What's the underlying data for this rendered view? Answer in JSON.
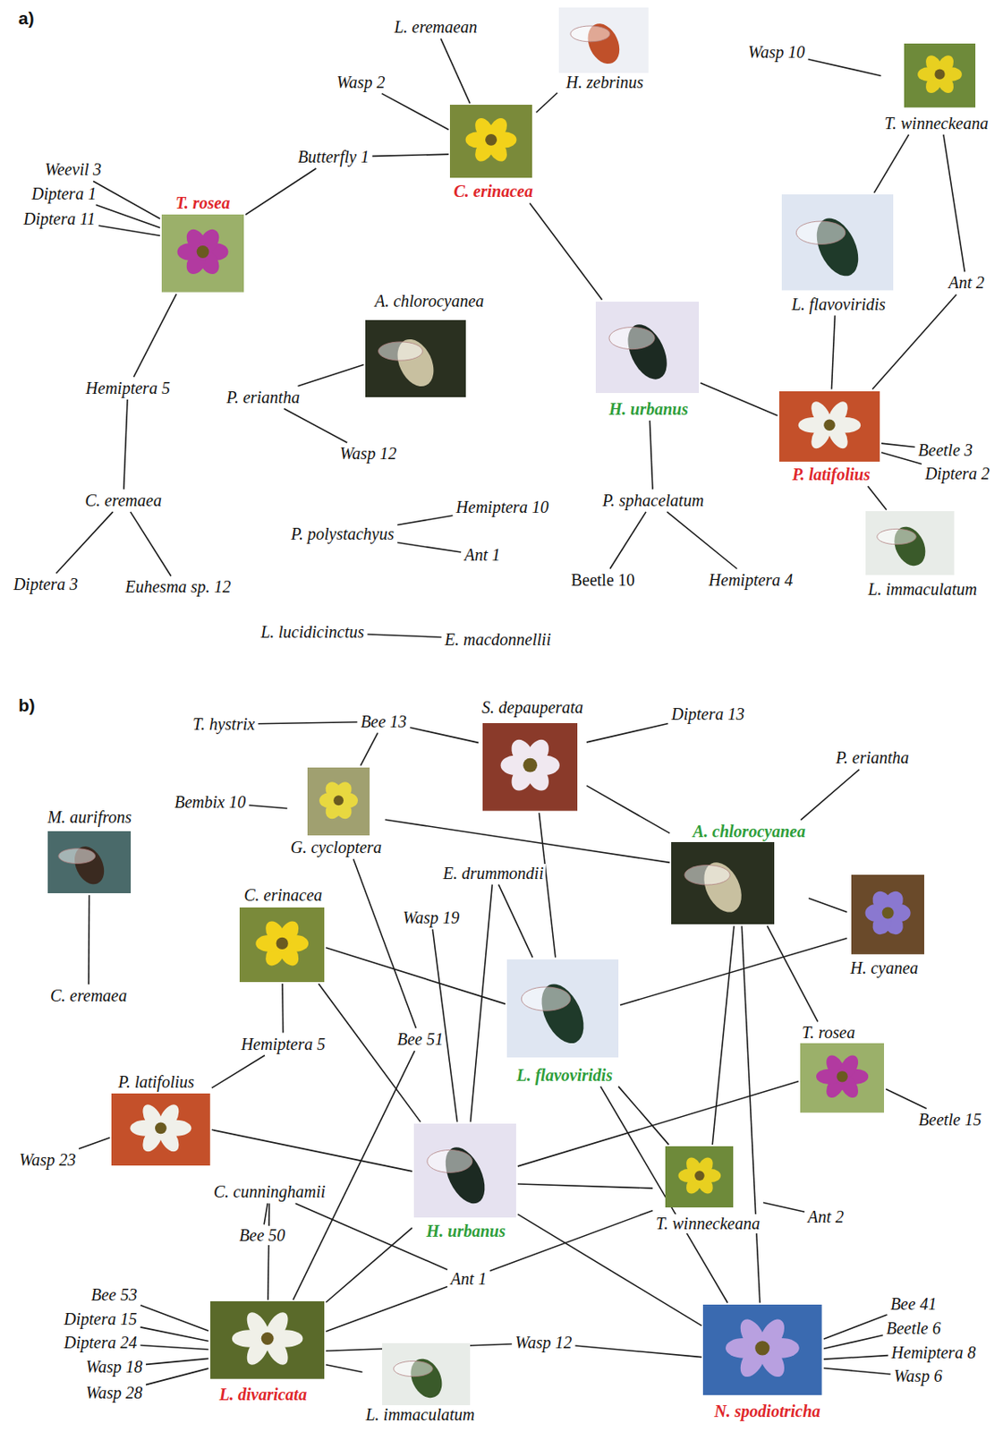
{
  "diagram": {
    "nodes": [
      {
        "text": [
          "L. eremaean"
        ]
      },
      {
        "text": [
          "H. zebrinus"
        ]
      },
      {
        "text": [
          "Wasp 10"
        ]
      },
      {
        "text": [
          "Wasp 2"
        ]
      },
      {
        "text": [
          "T. winneckeana"
        ]
      },
      {
        "text": [
          "Weevil 3"
        ]
      },
      {
        "text": [
          "Butterfly 1"
        ]
      },
      {
        "text": [
          "C. erinacea"
        ]
      },
      {
        "text": [
          "Diptera 1"
        ]
      },
      {
        "text": [
          "T. rosea"
        ]
      },
      {
        "text": [
          "Diptera 11"
        ]
      },
      {
        "text": [
          "L. flavoviridis"
        ]
      },
      {
        "text": [
          "Ant 2"
        ]
      },
      {
        "text": [
          "A. chlorocyanea"
        ]
      },
      {
        "text": [
          "H. urbanus"
        ]
      },
      {
        "text": [
          "Hemiptera 5"
        ]
      },
      {
        "text": [
          "P. eriantha"
        ]
      },
      {
        "text": [
          "P. latifolius"
        ]
      },
      {
        "text": [
          "Beetle 3"
        ]
      },
      {
        "text": [
          "Wasp 12"
        ]
      },
      {
        "text": [
          "Diptera 2"
        ]
      },
      {
        "text": [
          "C. eremaea"
        ]
      },
      {
        "text": [
          "P. sphacelatum"
        ]
      },
      {
        "text": [
          "Hemiptera 10"
        ]
      },
      {
        "text": [
          "P. polystachyus"
        ]
      },
      {
        "text": [
          "Ant 1"
        ]
      },
      {
        "text": [
          "L. immaculatum"
        ]
      },
      {
        "text": [
          "Diptera 3"
        ]
      },
      {
        "text": [
          "Euhesma sp. 12"
        ]
      },
      {
        "text": [
          "Beetle 10"
        ]
      },
      {
        "text": [
          "Hemiptera 4"
        ]
      },
      {
        "text": [
          "L. lucidicinctus"
        ]
      },
      {
        "text": [
          "E. macdonnellii"
        ]
      },
      {
        "text": [
          "S. depauperata"
        ]
      },
      {
        "text": [
          "T. hystrix"
        ]
      },
      {
        "text": [
          "Bee 13"
        ]
      },
      {
        "text": [
          "Diptera 13"
        ]
      },
      {
        "text": [
          "P. eriantha"
        ]
      },
      {
        "text": [
          "M. aurifrons"
        ]
      },
      {
        "text": [
          "Bembix 10"
        ]
      },
      {
        "text": [
          "G. cycloptera"
        ]
      },
      {
        "text": [
          "A. chlorocyanea"
        ]
      },
      {
        "text": [
          "E. drummondii"
        ]
      },
      {
        "text": [
          "C. erinacea"
        ]
      },
      {
        "text": [
          "Wasp 19"
        ]
      },
      {
        "text": [
          "H. cyanea"
        ]
      },
      {
        "text": [
          "C. eremaea"
        ]
      },
      {
        "text": [
          "T. rosea"
        ]
      },
      {
        "text": [
          "Bee 51"
        ]
      },
      {
        "text": [
          "Hemiptera 5"
        ]
      },
      {
        "text": [
          "L. flavoviridis"
        ]
      },
      {
        "text": [
          "P. latifolius"
        ]
      },
      {
        "text": [
          "Beetle 15"
        ]
      },
      {
        "text": [
          "Wasp 23"
        ]
      },
      {
        "text": [
          "C. cunninghamii"
        ]
      },
      {
        "text": [
          "H. urbanus"
        ]
      },
      {
        "text": [
          "T. winneckeana"
        ]
      },
      {
        "text": [
          "Ant 2"
        ]
      },
      {
        "text": [
          "Bee 50"
        ]
      },
      {
        "text": [
          "Ant 1"
        ]
      },
      {
        "text": [
          "Bee 53"
        ]
      },
      {
        "text": [
          "Bee 41"
        ]
      },
      {
        "text": [
          "Diptera 15"
        ]
      },
      {
        "text": [
          "Beetle 6"
        ]
      },
      {
        "text": [
          "Wasp 12"
        ]
      },
      {
        "text": [
          "Diptera 24"
        ]
      },
      {
        "text": [
          "Hemiptera 8"
        ]
      },
      {
        "text": [
          "Wasp 18"
        ]
      },
      {
        "text": [
          "Wasp 6"
        ]
      },
      {
        "text": [
          "Wasp 28"
        ]
      },
      {
        "text": [
          "L. divaricata"
        ]
      },
      {
        "text": [
          "N. spodiotricha"
        ]
      },
      {
        "text": [
          "L. immaculatum"
        ]
      }
    ],
    "edges": [
      {
        "from": 5,
        "to": 9,
        "arrow": "none"
      },
      {
        "from": 8,
        "to": 9,
        "arrow": "none"
      },
      {
        "from": 10,
        "to": 9,
        "arrow": "none"
      },
      {
        "from": 9,
        "to": 6,
        "arrow": "none"
      },
      {
        "from": 6,
        "to": 7,
        "arrow": "none"
      },
      {
        "from": 0,
        "to": 7,
        "arrow": "none"
      },
      {
        "from": 3,
        "to": 7,
        "arrow": "none"
      },
      {
        "from": 1,
        "to": 7,
        "arrow": "none"
      },
      {
        "from": 7,
        "to": 14,
        "arrow": "none"
      },
      {
        "from": 9,
        "to": 15,
        "arrow": "none"
      },
      {
        "from": 15,
        "to": 21,
        "arrow": "none"
      },
      {
        "from": 21,
        "to": 27,
        "arrow": "none"
      },
      {
        "from": 21,
        "to": 28,
        "arrow": "none"
      },
      {
        "from": 13,
        "to": 16,
        "arrow": "none"
      },
      {
        "from": 16,
        "to": 19,
        "arrow": "none"
      },
      {
        "from": 24,
        "to": 23,
        "arrow": "none"
      },
      {
        "from": 24,
        "to": 25,
        "arrow": "none"
      },
      {
        "from": 14,
        "to": 22,
        "arrow": "none"
      },
      {
        "from": 22,
        "to": 29,
        "arrow": "none"
      },
      {
        "from": 22,
        "to": 30,
        "arrow": "none"
      },
      {
        "from": 14,
        "to": 17,
        "arrow": "none"
      },
      {
        "from": 17,
        "to": 11,
        "arrow": "none"
      },
      {
        "from": 17,
        "to": 12,
        "arrow": "none"
      },
      {
        "from": 4,
        "to": 11,
        "arrow": "none"
      },
      {
        "from": 4,
        "to": 12,
        "arrow": "none"
      },
      {
        "from": 2,
        "to": 4,
        "arrow": "none"
      },
      {
        "from": 17,
        "to": 18,
        "arrow": "none"
      },
      {
        "from": 17,
        "to": 20,
        "arrow": "none"
      },
      {
        "from": 17,
        "to": 26,
        "arrow": "none"
      },
      {
        "from": 31,
        "to": 32,
        "arrow": "none"
      },
      {
        "from": 38,
        "to": 46,
        "arrow": "none"
      },
      {
        "from": 34,
        "to": 35,
        "arrow": "none"
      },
      {
        "from": 35,
        "to": 40,
        "arrow": "none"
      },
      {
        "from": 35,
        "to": 33,
        "arrow": "none"
      },
      {
        "from": 33,
        "to": 36,
        "arrow": "none"
      },
      {
        "from": 33,
        "to": 41,
        "arrow": "none"
      },
      {
        "from": 33,
        "to": 50,
        "arrow": "none"
      },
      {
        "from": 39,
        "to": 40,
        "arrow": "none"
      },
      {
        "from": 40,
        "to": 41,
        "arrow": "none"
      },
      {
        "from": 40,
        "to": 48,
        "arrow": "none"
      },
      {
        "from": 41,
        "to": 37,
        "arrow": "none"
      },
      {
        "from": 41,
        "to": 45,
        "arrow": "none"
      },
      {
        "from": 50,
        "to": 45,
        "arrow": "none"
      },
      {
        "from": 41,
        "to": 56,
        "arrow": "none"
      },
      {
        "from": 41,
        "to": 71,
        "arrow": "none"
      },
      {
        "from": 41,
        "to": 47,
        "arrow": "none"
      },
      {
        "from": 42,
        "to": 50,
        "arrow": "none"
      },
      {
        "from": 42,
        "to": 55,
        "arrow": "none"
      },
      {
        "from": 44,
        "to": 55,
        "arrow": "none"
      },
      {
        "from": 43,
        "to": 50,
        "arrow": "none"
      },
      {
        "from": 43,
        "to": 49,
        "arrow": "none"
      },
      {
        "from": 43,
        "to": 55,
        "arrow": "none"
      },
      {
        "from": 49,
        "to": 51,
        "arrow": "none"
      },
      {
        "from": 51,
        "to": 53,
        "arrow": "none"
      },
      {
        "from": 51,
        "to": 55,
        "arrow": "none"
      },
      {
        "from": 50,
        "to": 56,
        "arrow": "none"
      },
      {
        "from": 50,
        "to": 71,
        "arrow": "none"
      },
      {
        "from": 55,
        "to": 56,
        "arrow": "none"
      },
      {
        "from": 55,
        "to": 47,
        "arrow": "none"
      },
      {
        "from": 55,
        "to": 71,
        "arrow": "none"
      },
      {
        "from": 47,
        "to": 52,
        "arrow": "none"
      },
      {
        "from": 56,
        "to": 57,
        "arrow": "none"
      },
      {
        "from": 59,
        "to": 56,
        "arrow": "none"
      },
      {
        "from": 54,
        "to": 58,
        "arrow": "none"
      },
      {
        "from": 54,
        "to": 70,
        "arrow": "none"
      },
      {
        "from": 54,
        "to": 59,
        "arrow": "none"
      },
      {
        "from": 70,
        "to": 59,
        "arrow": "none"
      },
      {
        "from": 70,
        "to": 48,
        "arrow": "none"
      },
      {
        "from": 70,
        "to": 55,
        "arrow": "none"
      },
      {
        "from": 70,
        "to": 64,
        "arrow": "none"
      },
      {
        "from": 70,
        "to": 72,
        "arrow": "none"
      },
      {
        "from": 64,
        "to": 71,
        "arrow": "none"
      },
      {
        "from": 60,
        "to": 70,
        "arrow": "none"
      },
      {
        "from": 62,
        "to": 70,
        "arrow": "none"
      },
      {
        "from": 65,
        "to": 70,
        "arrow": "none"
      },
      {
        "from": 67,
        "to": 70,
        "arrow": "none"
      },
      {
        "from": 69,
        "to": 70,
        "arrow": "none"
      },
      {
        "from": 71,
        "to": 61,
        "arrow": "none"
      },
      {
        "from": 71,
        "to": 63,
        "arrow": "none"
      },
      {
        "from": 71,
        "to": 66,
        "arrow": "none"
      },
      {
        "from": 71,
        "to": 68,
        "arrow": "none"
      }
    ],
    "labels": [
      "a)",
      "b)"
    ]
  }
}
